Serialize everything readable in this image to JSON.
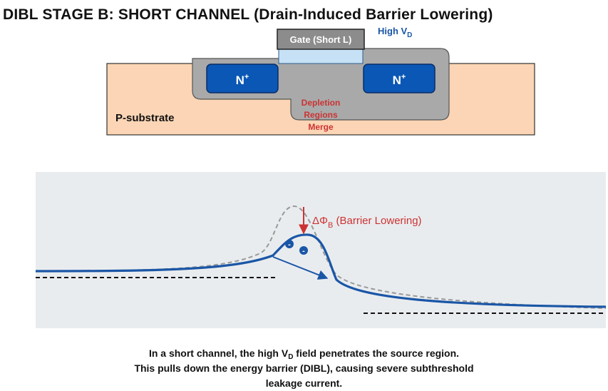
{
  "title": "DIBL STAGE B: SHORT CHANNEL (Drain-Induced Barrier Lowering)",
  "device": {
    "gate_label": "Gate (Short L)",
    "high_vd": {
      "base": "High V",
      "sub": "D"
    },
    "source_label": {
      "base": "N",
      "sup": "+"
    },
    "drain_label": {
      "base": "N",
      "sup": "+"
    },
    "substrate_label": "P-substrate",
    "depletion_label": [
      "Depletion",
      "Regions",
      "Merge"
    ]
  },
  "band_diagram": {
    "annotation": {
      "base": "ΔΦ",
      "sub": "B",
      "rest": " (Barrier Lowering)"
    },
    "electrons": [
      "-",
      "-"
    ]
  },
  "caption": {
    "line1_a": "In a short channel, the high V",
    "line1_sub": "D",
    "line1_b": " field penetrates the source region.",
    "line2": "This pulls down the energy barrier (DIBL), causing severe subthreshold",
    "line3": "leakage current."
  },
  "colors": {
    "substrate": "#fbd5b5",
    "n_plus": "#0a57b5",
    "depletion": "#a9a9a9",
    "gate": "#8c8c8c",
    "oxide": "#c6e1f6",
    "curve_blue": "#1a56a6",
    "annotation_red": "#cc3333",
    "band_bg": "#e9ecef"
  }
}
